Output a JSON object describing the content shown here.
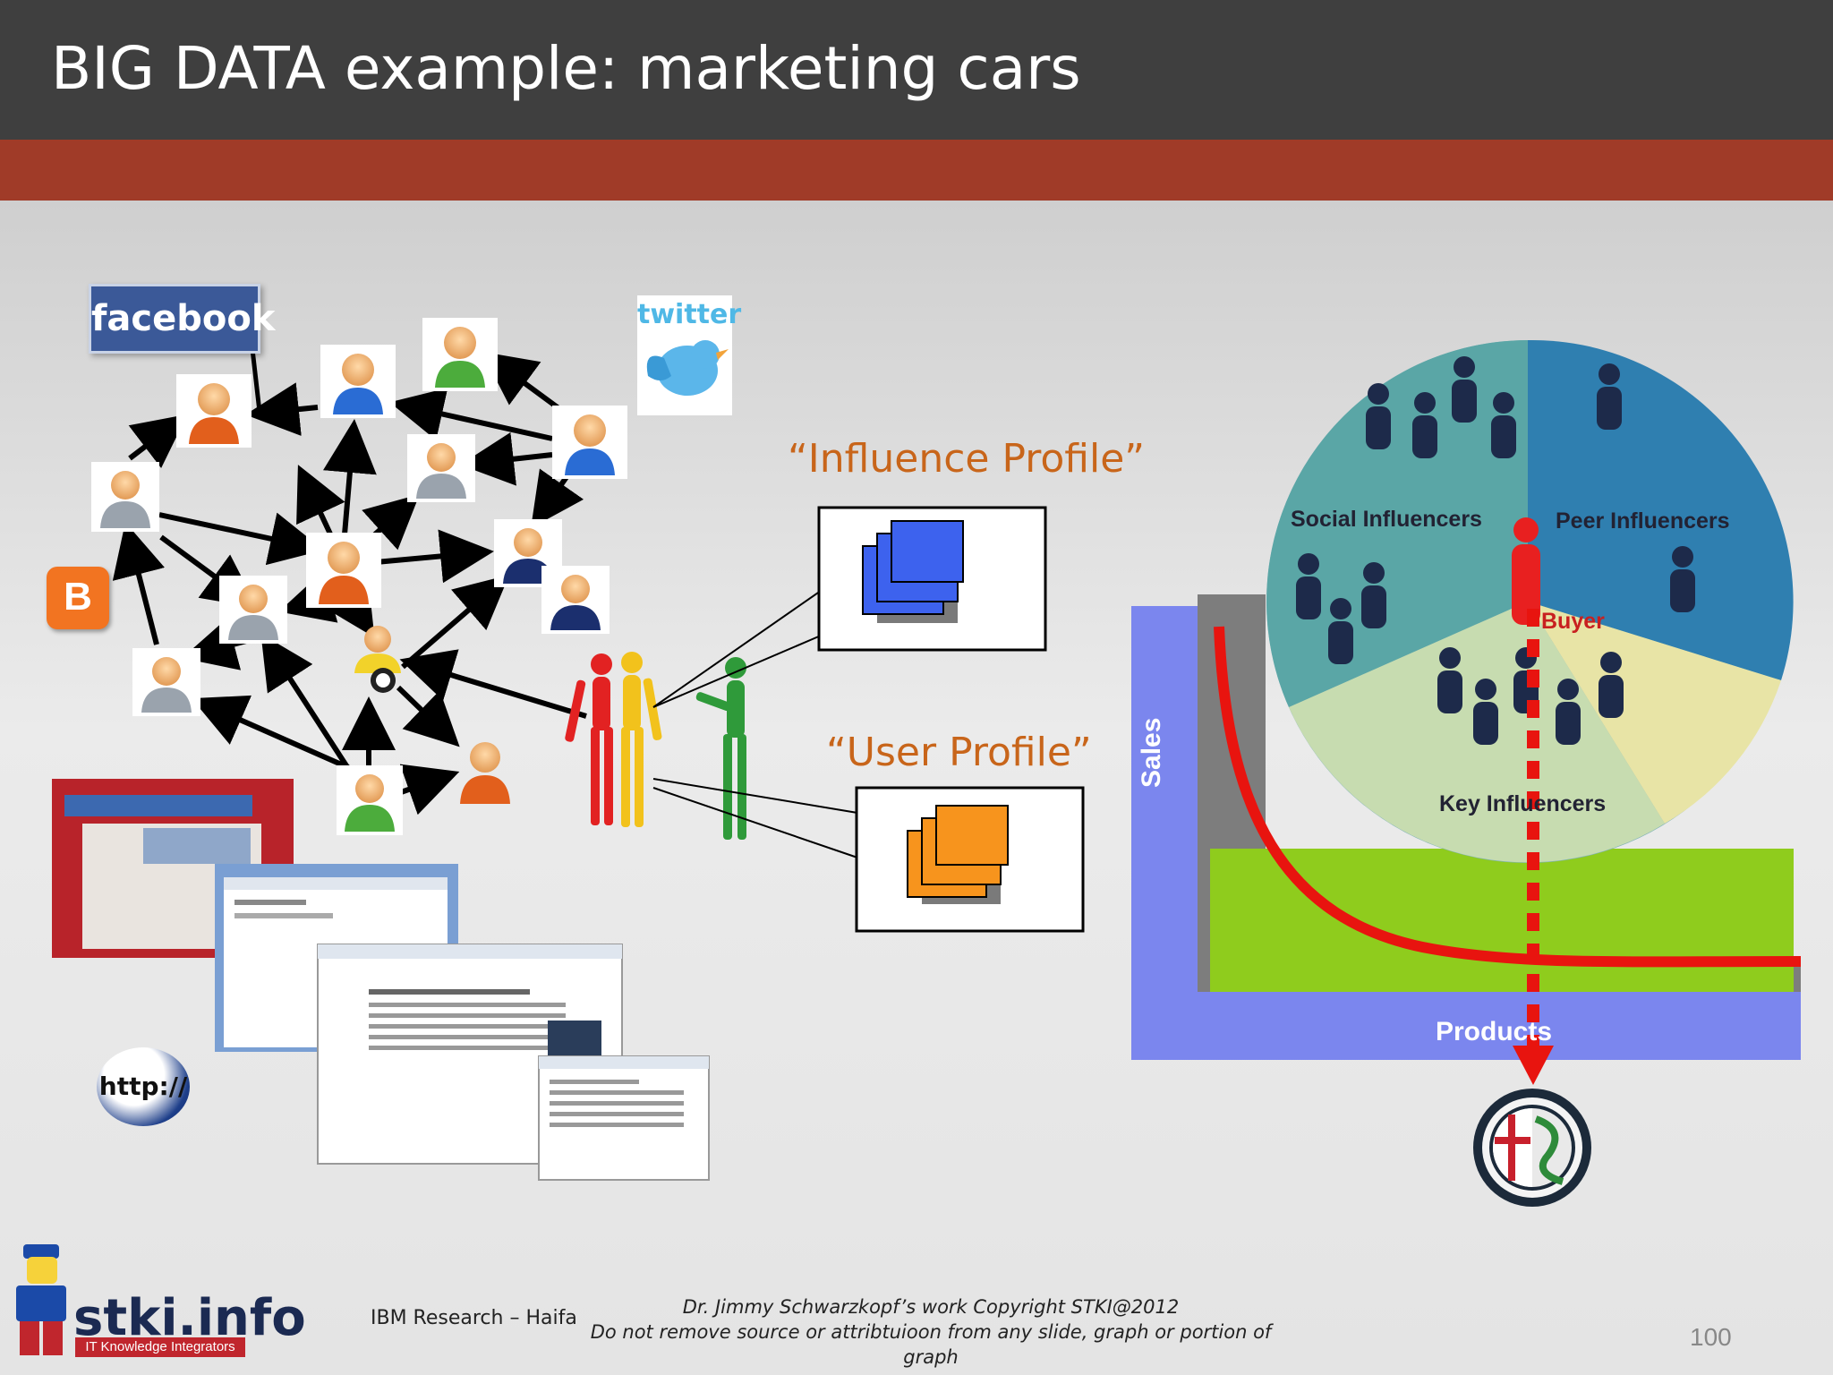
{
  "slide": {
    "title": "BIG DATA example: marketing cars",
    "page_number": "100"
  },
  "sources": {
    "facebook": "facebook",
    "twitter": "twitter",
    "blogger": "B",
    "http": "http://"
  },
  "profiles": {
    "influence": "“Influence Profile”",
    "user": "“User Profile”"
  },
  "chart": {
    "y_axis": "Sales",
    "x_axis": "Products",
    "segments": {
      "social": "Social Influencers",
      "peer": "Peer Influencers",
      "buyer": "Buyer",
      "key": "Key Influencers"
    }
  },
  "footer": {
    "brand": "stki.info",
    "brand_tagline": "IT Knowledge Integrators",
    "affiliation": "IBM Research – Haifa",
    "credit": "Dr. Jimmy Schwarzkopf’s work  Copyright STKI@2012",
    "notice": "Do not remove source or attribtuioon from any slide, graph or portion of graph"
  },
  "colors": {
    "header_bg": "#3f3f3f",
    "stripe": "#a03b28",
    "accent_orange": "#c8651a",
    "chart_blue": "#7b86ee",
    "chart_green": "#8fcc1d",
    "curve_red": "#e8140f"
  }
}
